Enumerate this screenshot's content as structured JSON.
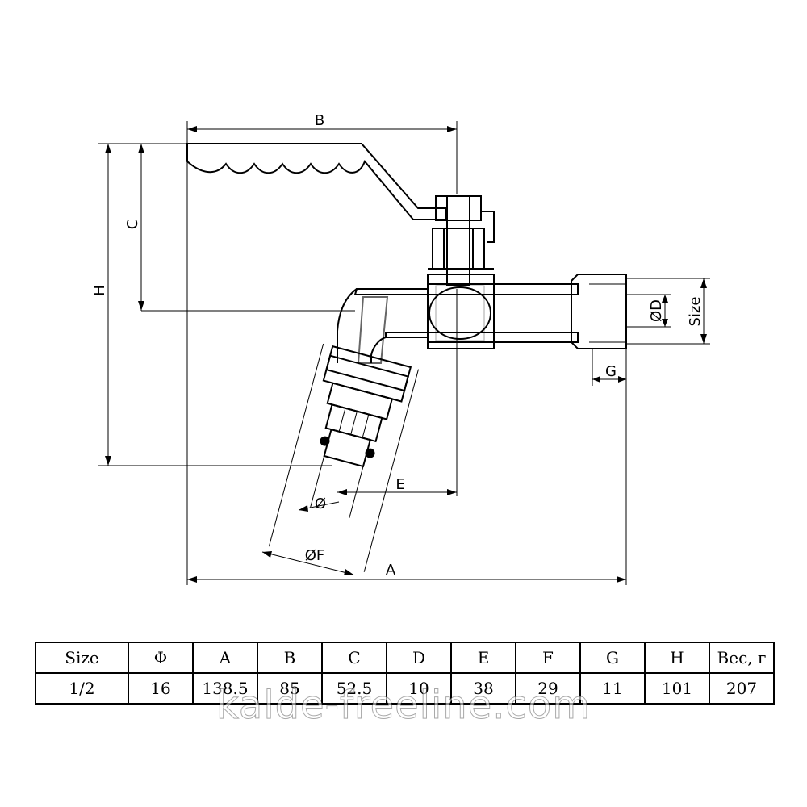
{
  "drawing": {
    "labels": {
      "B": "B",
      "C": "C",
      "H": "H",
      "D": "ØD",
      "size": "Size",
      "G": "G",
      "E": "E",
      "phi": "Ø",
      "F": "ØF",
      "A": "A"
    }
  },
  "table": {
    "headers": [
      "Size",
      "Φ",
      "A",
      "B",
      "C",
      "D",
      "E",
      "F",
      "G",
      "H",
      "Вес, г"
    ],
    "values": [
      "1/2",
      "16",
      "138.5",
      "85",
      "52.5",
      "10",
      "38",
      "29",
      "11",
      "101",
      "207"
    ]
  },
  "watermark": "kalde-freeline.com"
}
